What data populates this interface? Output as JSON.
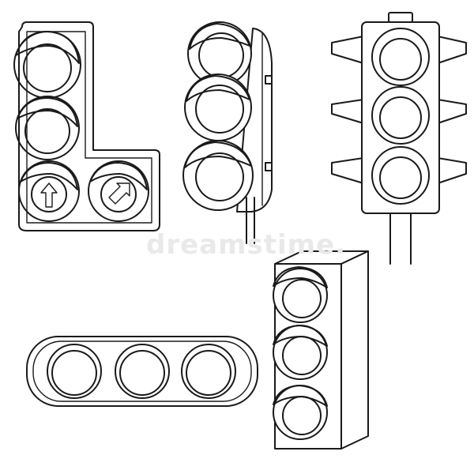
{
  "watermark": {
    "text": "dreamstime."
  },
  "colors": {
    "ink": "#1a1a1a",
    "background": "#ffffff"
  },
  "illustrations": [
    {
      "id": "l-shaped-signal",
      "lamps": 4,
      "arrows": [
        "up-arrow",
        "right-arrow"
      ]
    },
    {
      "id": "side-mounted-signal",
      "lamps": 3
    },
    {
      "id": "signal-with-visors-and-pole",
      "lamps": 3
    },
    {
      "id": "horizontal-signal",
      "lamps": 3
    },
    {
      "id": "box-signal-3d",
      "lamps": 3
    }
  ]
}
